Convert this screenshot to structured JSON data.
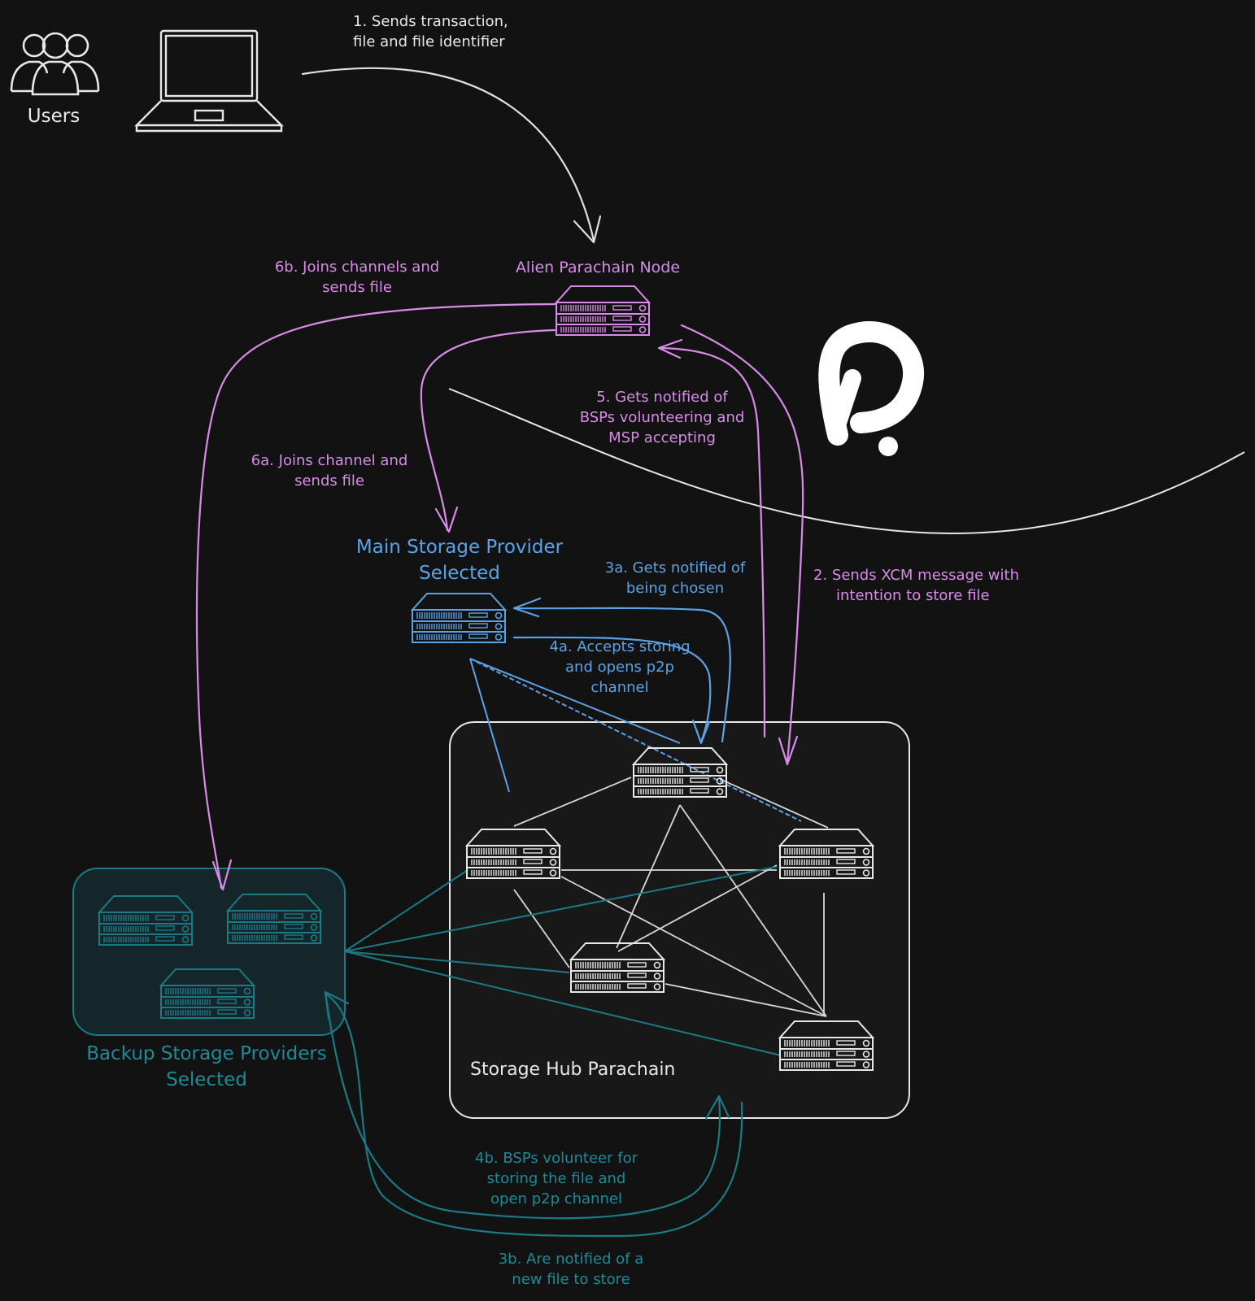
{
  "colors": {
    "background": "#121212",
    "white": "#e8e8e8",
    "purple": "#d98be8",
    "blue": "#5ba3e6",
    "teal": "#1b7a85",
    "teal_text": "#1f8a96"
  },
  "icons": {
    "users": "users-icon",
    "laptop": "laptop-icon",
    "server": "server-icon",
    "polkadot": "polkadot-logo"
  },
  "labels": {
    "users": "Users",
    "alien_node": "Alien Parachain Node",
    "msp_title_1": "Main Storage Provider",
    "msp_title_2": "Selected",
    "bsp_title_1": "Backup Storage Providers",
    "bsp_title_2": "Selected",
    "hub": "Storage Hub Parachain"
  },
  "steps": {
    "s1": [
      "1. Sends transaction,",
      "file and file identifier"
    ],
    "s2": [
      "2. Sends XCM message with",
      "intention to store file"
    ],
    "s3a": [
      "3a. Gets notified of",
      "being chosen"
    ],
    "s3b": [
      "3b. Are notified of a",
      "new file to store"
    ],
    "s4a": [
      "4a. Accepts storing",
      "and opens p2p",
      "channel"
    ],
    "s4b": [
      "4b. BSPs volunteer for",
      "storing the file and",
      "open p2p channel"
    ],
    "s5": [
      "5. Gets notified of",
      "BSPs volunteering and",
      "MSP accepting"
    ],
    "s6a": [
      "6a. Joins channel and",
      "sends file"
    ],
    "s6b": [
      "6b. Joins channels and",
      "sends file"
    ]
  }
}
